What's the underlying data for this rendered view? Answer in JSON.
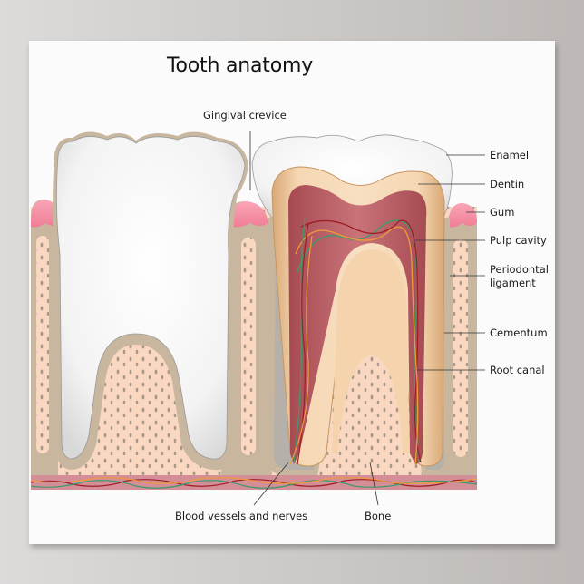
{
  "poster": {
    "title": "Tooth anatomy",
    "labels": {
      "gingival_crevice": "Gingival crevice",
      "enamel": "Enamel",
      "dentin": "Dentin",
      "gum": "Gum",
      "pulp_cavity": "Pulp cavity",
      "periodontal_ligament_line1": "Periodontal",
      "periodontal_ligament_line2": "ligament",
      "cementum": "Cementum",
      "root_canal": "Root canal",
      "blood_vessels": "Blood vessels and nerves",
      "bone": "Bone"
    },
    "colors": {
      "background": "#fbfbfb",
      "enamel": "#f2f2f2",
      "dentin": "#f1cfa8",
      "pulp": "#b85c62",
      "gum": "#f48aa0",
      "bone": "#fad7c0",
      "bone_pores": "#a89888",
      "ligament": "#c8b79e",
      "cementum": "#a9adb3",
      "vessel_strip": "#d48e98",
      "nerve_green": "#3e9a6c",
      "nerve_orange": "#ee9a3a",
      "vessel_red": "#a01e26"
    }
  }
}
